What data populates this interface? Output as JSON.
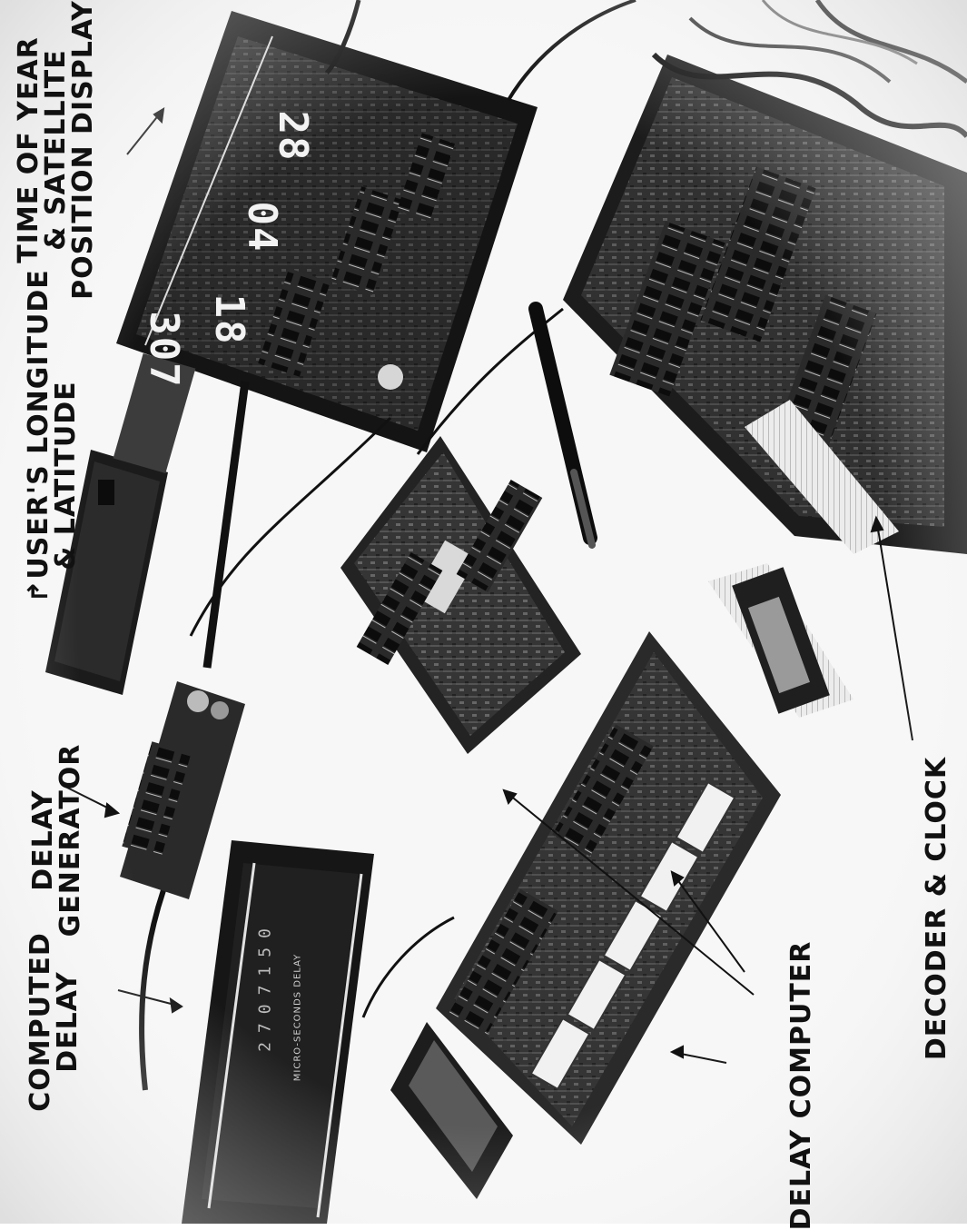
{
  "image": {
    "description_free": true,
    "labels": {
      "computed_delay": [
        "COMPUTED",
        "DELAY"
      ],
      "delay_generator": [
        "DELAY",
        "GENERATOR"
      ],
      "delay_computer": "DELAY COMPUTER",
      "user_long_lat": [
        "↱USER'S LONGITUDE",
        "& LATITUDE"
      ],
      "time_of_year": [
        "TIME OF YEAR",
        "& SATELLITE",
        "POSITION DISPLAY"
      ],
      "decoder_clock": "DECODER & CLOCK"
    },
    "display_readouts": [
      "307",
      "18",
      "04",
      "28"
    ],
    "delay_readout": "2707150",
    "delay_panel_caption": "MICRO-SECONDS DELAY"
  }
}
